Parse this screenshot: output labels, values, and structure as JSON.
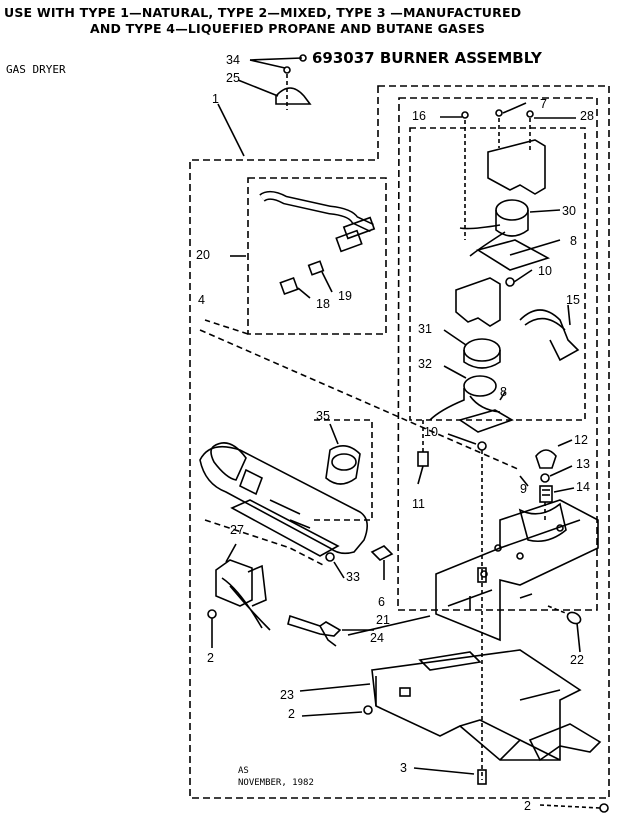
{
  "header": {
    "line1": "USE WITH TYPE 1—NATURAL, TYPE 2—MIXED, TYPE 3 —MANUFACTURED",
    "line2": "AND TYPE 4—LIQUEFIED PROPANE AND BUTANE GASES"
  },
  "product": "GAS DRYER",
  "assembly_title": "693037 BURNER ASSEMBLY",
  "footer": {
    "code": "AS",
    "date": "NOVEMBER, 1982"
  },
  "labels": {
    "l34": "34",
    "l25": "25",
    "l1": "1",
    "l20": "20",
    "l4": "4",
    "l18": "18",
    "l19": "19",
    "l16": "16",
    "l7": "7",
    "l28": "28",
    "l30": "30",
    "l8a": "8",
    "l10a": "10",
    "l15": "15",
    "l31": "31",
    "l32": "32",
    "l8b": "8",
    "l10b": "10",
    "l35": "35",
    "l11": "11",
    "l12": "12",
    "l13": "13",
    "l9": "9",
    "l14": "14",
    "l27": "27",
    "l33": "33",
    "l6": "6",
    "l21": "21",
    "l24": "24",
    "l2a": "2",
    "l22": "22",
    "l23": "23",
    "l2b": "2",
    "l3": "3",
    "l2c": "2"
  }
}
